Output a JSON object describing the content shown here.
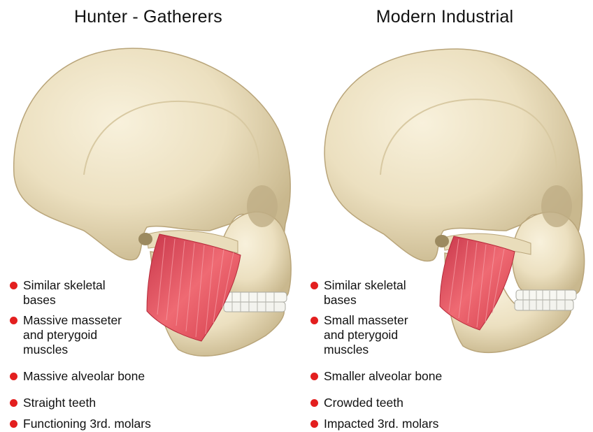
{
  "left_panel": {
    "title": "Hunter - Gatherers",
    "points": [
      "Similar skeletal\nbases",
      "Massive masseter\nand pterygoid\nmuscles",
      "Massive alveolar bone",
      "Straight teeth",
      "Functioning 3rd. molars"
    ]
  },
  "right_panel": {
    "title": "Modern Industrial",
    "points": [
      "Similar skeletal\nbases",
      "Small masseter\nand pterygoid\nmuscles",
      "Smaller alveolar bone",
      "Crowded teeth",
      "Impacted 3rd. molars"
    ]
  },
  "colors": {
    "bullet": "#e31f1f",
    "bone": "#ede3c6",
    "muscle": "#e0505c"
  },
  "icons": [
    "skull-illustration",
    "masseter-muscle",
    "teeth"
  ]
}
